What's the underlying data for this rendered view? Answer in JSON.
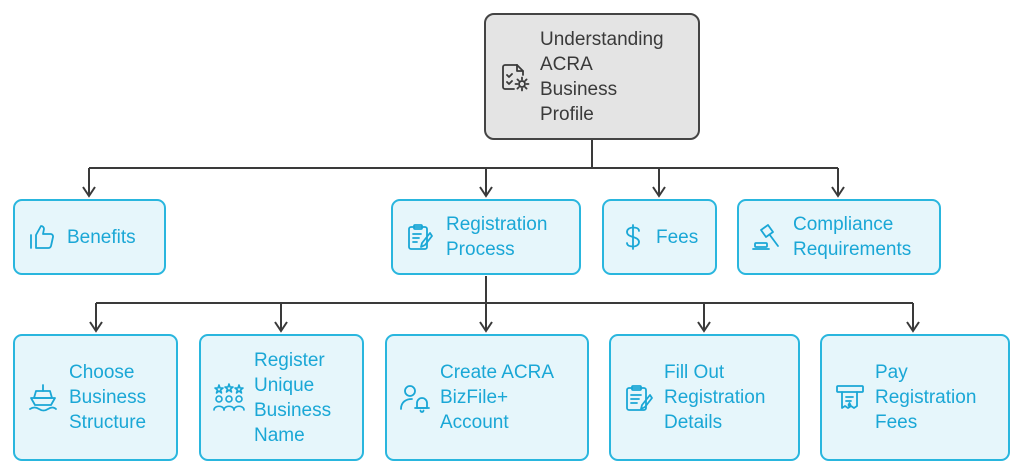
{
  "root": {
    "label_lines": [
      "Understanding",
      "ACRA",
      "Business",
      "Profile"
    ],
    "icon": "checklist-gear-icon"
  },
  "level1": [
    {
      "id": "benefits",
      "label_lines": [
        "Benefits"
      ],
      "icon": "thumbs-up-icon"
    },
    {
      "id": "registration-process",
      "label_lines": [
        "Registration",
        "Process"
      ],
      "icon": "clipboard-edit-icon"
    },
    {
      "id": "fees",
      "label_lines": [
        "Fees"
      ],
      "icon": "dollar-icon"
    },
    {
      "id": "compliance-requirements",
      "label_lines": [
        "Compliance",
        "Requirements"
      ],
      "icon": "gavel-icon"
    }
  ],
  "level2": [
    {
      "id": "choose-business-structure",
      "label_lines": [
        "Choose",
        "Business",
        "Structure"
      ],
      "icon": "ship-icon"
    },
    {
      "id": "register-unique-business-name",
      "label_lines": [
        "Register",
        "Unique",
        "Business",
        "Name"
      ],
      "icon": "group-stars-icon"
    },
    {
      "id": "create-acra-bizfile-account",
      "label_lines": [
        "Create ACRA",
        "BizFile+",
        "Account"
      ],
      "icon": "user-bell-icon"
    },
    {
      "id": "fill-out-registration-details",
      "label_lines": [
        "Fill Out",
        "Registration",
        "Details"
      ],
      "icon": "clipboard-list-icon"
    },
    {
      "id": "pay-registration-fees",
      "label_lines": [
        "Pay",
        "Registration",
        "Fees"
      ],
      "icon": "receipt-machine-icon"
    }
  ],
  "colors": {
    "root_fill": "#e4e4e4",
    "root_stroke": "#444444",
    "child_fill": "#e6f6fb",
    "child_stroke": "#29b6de",
    "child_text": "#1aa7d6",
    "connector": "#3a3a3a"
  }
}
